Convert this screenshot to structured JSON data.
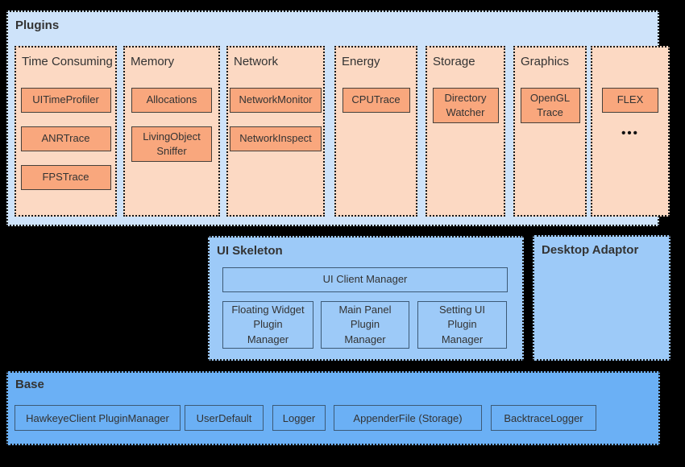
{
  "canvas": {
    "background": "#000000"
  },
  "colors": {
    "plugins_bg": "#cee3fa",
    "category_bg": "#fcd9c3",
    "plugin_item_bg": "#f9a77d",
    "skeleton_bg": "#9dcaf8",
    "base_bg": "#6bb0f5",
    "text": "#333333"
  },
  "plugins": {
    "title": "Plugins",
    "ellipsis": "•••",
    "columns": [
      {
        "title": "Time Consuming",
        "items": [
          "UITimeProfiler",
          "ANRTrace",
          "FPSTrace"
        ]
      },
      {
        "title": "Memory",
        "items": [
          "Allocations",
          "LivingObject\nSniffer"
        ]
      },
      {
        "title": "Network",
        "items": [
          "NetworkMonitor",
          "NetworkInspect"
        ]
      },
      {
        "title": "Energy",
        "items": [
          "CPUTrace"
        ]
      },
      {
        "title": "Storage",
        "items": [
          "Directory\nWatcher"
        ]
      },
      {
        "title": "Graphics",
        "items": [
          "OpenGL\nTrace"
        ]
      },
      {
        "title": "",
        "items": [
          "FLEX"
        ]
      }
    ]
  },
  "ui_skeleton": {
    "title": "UI Skeleton",
    "client_manager": "UI Client Manager",
    "managers": [
      "Floating Widget\nPlugin\nManager",
      "Main Panel\nPlugin\nManager",
      "Setting UI\nPlugin\nManager"
    ]
  },
  "desktop_adaptor": {
    "title": "Desktop Adaptor"
  },
  "base": {
    "title": "Base",
    "items": [
      "HawkeyeClient PluginManager",
      "UserDefault",
      "Logger",
      "AppenderFile (Storage)",
      "BacktraceLogger"
    ]
  }
}
